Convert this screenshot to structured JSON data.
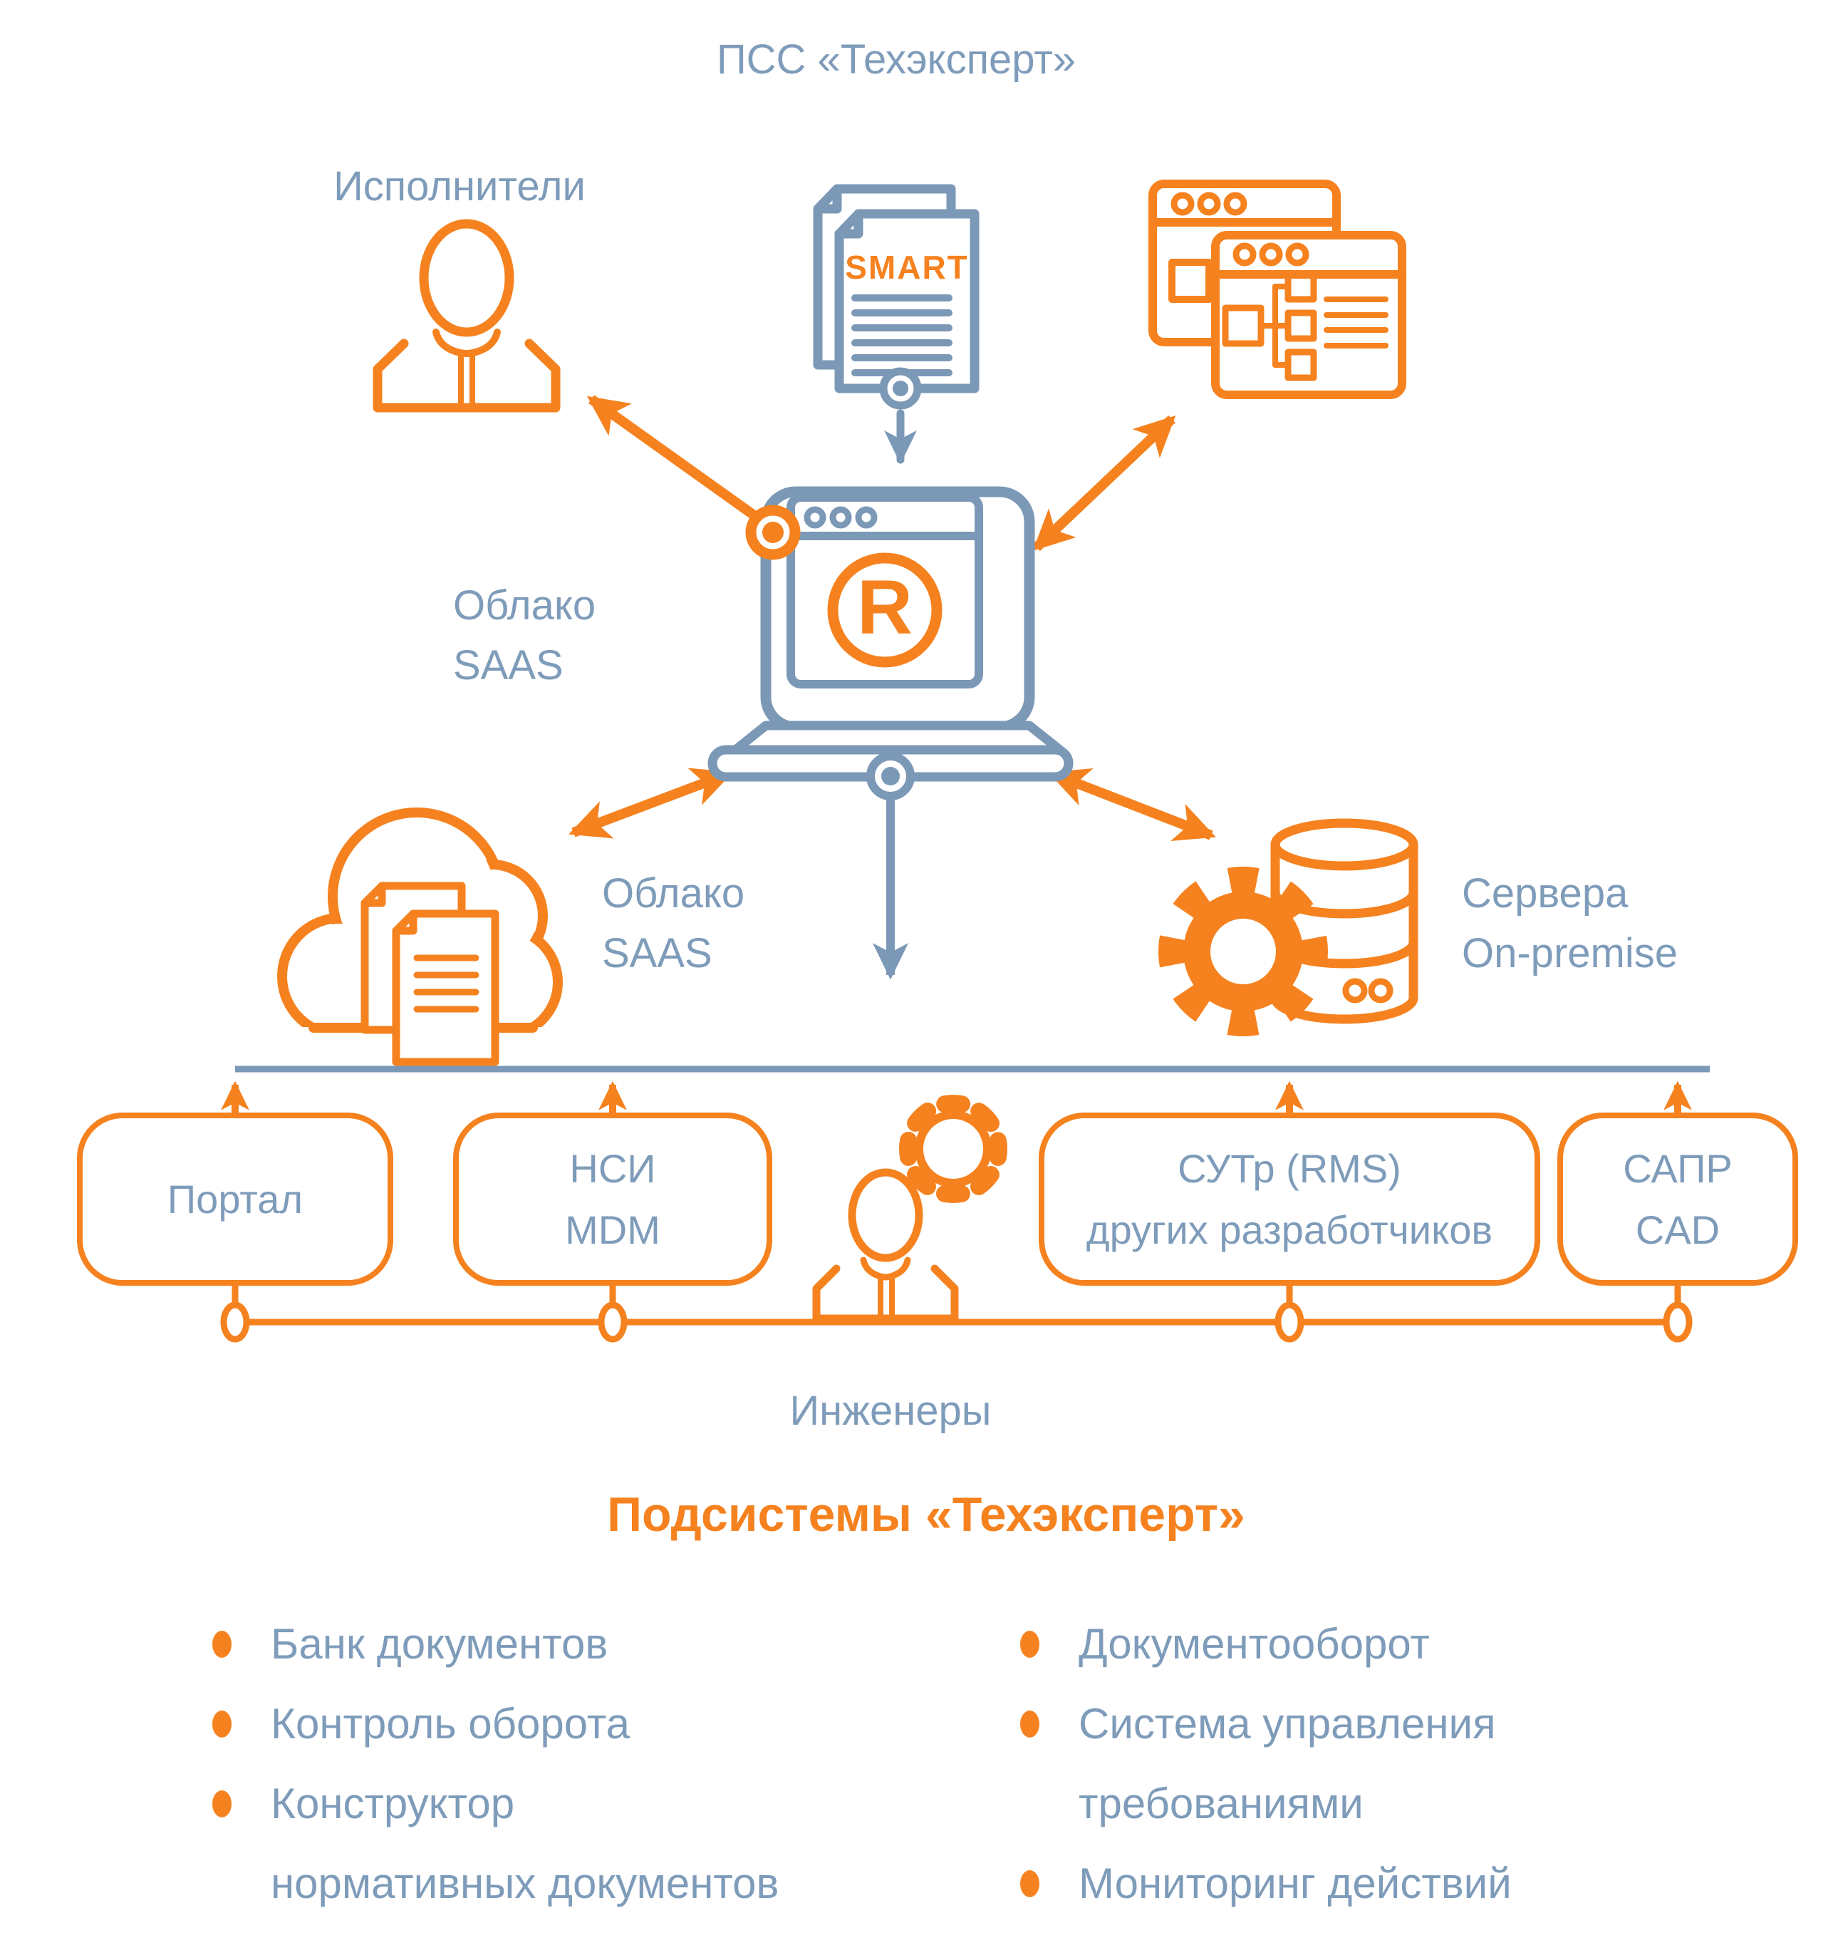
{
  "colors": {
    "orange": "#F5821F",
    "blue_stroke": "#7B98B6",
    "blue_text": "#7E9CBA"
  },
  "header": {
    "title": "ПСС «Техэксперт»"
  },
  "top": {
    "executors_label": "Исполнители",
    "smart_doc_label": "SMART",
    "laptop_logo_letter": "R",
    "saas_label_upper": {
      "line1": "Облако",
      "line2": "SAAS"
    }
  },
  "middle": {
    "saas_label_lower": {
      "line1": "Облако",
      "line2": "SAAS"
    },
    "servers_label": {
      "line1": "Сервера",
      "line2": "On-premise"
    }
  },
  "integration_row": {
    "boxes": [
      {
        "lines": [
          "Портал"
        ]
      },
      {
        "lines": [
          "НСИ",
          "MDM"
        ]
      },
      {
        "lines": [
          "СУТр (RMS)",
          "других разработчиков"
        ]
      },
      {
        "lines": [
          "САПР",
          "CAD"
        ]
      }
    ],
    "engineers_label": "Инженеры"
  },
  "subsystems": {
    "title": "Подсистемы «Техэксперт»",
    "left": [
      {
        "bullet": true,
        "text": "Банк документов"
      },
      {
        "bullet": true,
        "text": "Контроль оборота"
      },
      {
        "bullet": true,
        "text": "Конструктор"
      },
      {
        "bullet": false,
        "text": "нормативных документов"
      }
    ],
    "right": [
      {
        "bullet": true,
        "text": "Документооборот"
      },
      {
        "bullet": true,
        "text": "Система управления"
      },
      {
        "bullet": false,
        "text": "требованиями"
      },
      {
        "bullet": true,
        "text": "Мониторинг действий"
      }
    ]
  }
}
